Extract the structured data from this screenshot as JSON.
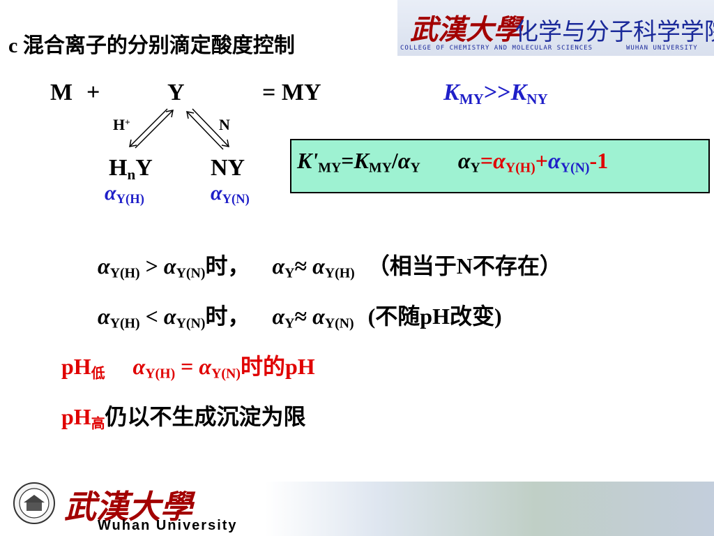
{
  "title": "c 混合离子的分别滴定酸度控制",
  "header": {
    "university_cn": "武漢大學",
    "college_cn": "化学与分子科学学院",
    "college_en": "COLLEGE OF CHEMISTRY AND MOLECULAR SCIENCES",
    "university_en": "WUHAN UNIVERSITY"
  },
  "reaction": {
    "m": "M",
    "plus": "+",
    "y": "Y",
    "eq_my": "= MY",
    "hplus": "H",
    "hplus_sup": "+",
    "n_label": "N",
    "hny_h": "H",
    "hny_n": "n",
    "hny_y": "Y",
    "ny": "NY",
    "alpha": "α",
    "alpha_yh_sub": "Y(H)",
    "alpha_yn_sub": "Y(N)"
  },
  "condition": {
    "k": "K",
    "my": "MY",
    "gg": ">>",
    "ny": "NY"
  },
  "formula": {
    "kprime": "K'",
    "my": "MY",
    "eq": "=",
    "k": "K",
    "slash": "/",
    "alpha": "α",
    "y": "Y",
    "yh": "Y(H)",
    "plus": "+",
    "yn": "Y(N)",
    "minus_one": "-1"
  },
  "lines": {
    "l1_gt": " > ",
    "l1_time": "时，",
    "l1_approx": "≈ ",
    "l1_note": "（相当于N不存在）",
    "l2_lt": " < ",
    "l2_time": "时，",
    "l2_approx": "≈ ",
    "l2_note": "(不随pH改变)",
    "l3_ph": "pH",
    "l3_low": "低",
    "l3_eq": " = ",
    "l3_end": "时的pH",
    "l4_ph": "pH",
    "l4_high": "高",
    "l4_rest": "仍以不生成沉淀为限"
  },
  "footer": {
    "university_cn": "武漢大學",
    "university_en": "Wuhan University"
  }
}
